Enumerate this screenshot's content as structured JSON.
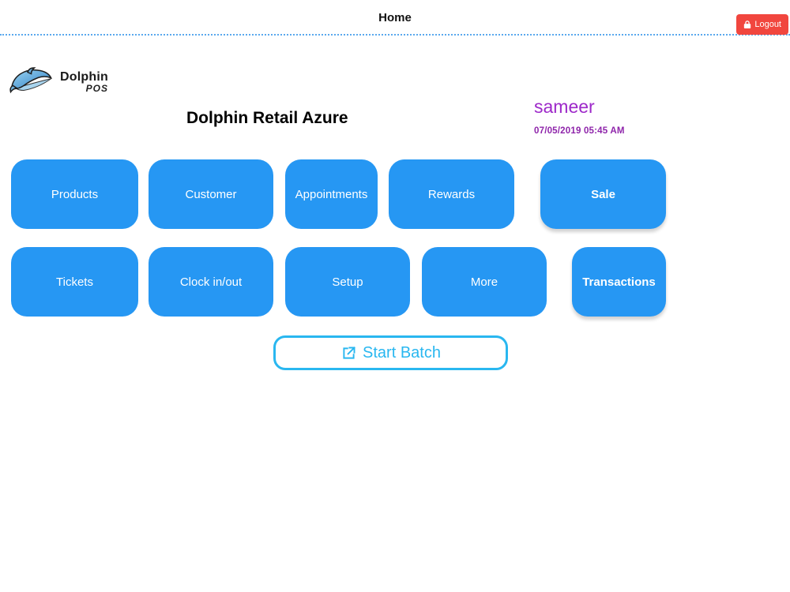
{
  "header": {
    "title": "Home",
    "logout_label": "Logout",
    "logout_icon": "lock-icon",
    "logout_color": "#f1463e",
    "divider_style": "dotted-blue",
    "divider_color": "#5aa9ee"
  },
  "logo": {
    "icon": "dolphin-icon",
    "name": "Dolphin",
    "sub": "POS"
  },
  "page": {
    "title": "Dolphin Retail Azure",
    "user_name": "sameer",
    "datetime": "07/05/2019 05:45 AM",
    "user_color": "#9d28c9"
  },
  "menu": {
    "button_color": "#2697f3",
    "items": [
      {
        "label": "Products",
        "bold": false
      },
      {
        "label": "Customer",
        "bold": false
      },
      {
        "label": "Appointments",
        "bold": false
      },
      {
        "label": "Rewards",
        "bold": false
      },
      {
        "label": "Sale",
        "bold": true
      },
      {
        "label": "Tickets",
        "bold": false
      },
      {
        "label": "Clock in/out",
        "bold": false
      },
      {
        "label": "Setup",
        "bold": false
      },
      {
        "label": "More",
        "bold": false
      },
      {
        "label": "Transactions",
        "bold": true
      }
    ]
  },
  "start_batch": {
    "label": "Start Batch",
    "icon": "open-external-icon",
    "accent_color": "#29b7f0"
  }
}
